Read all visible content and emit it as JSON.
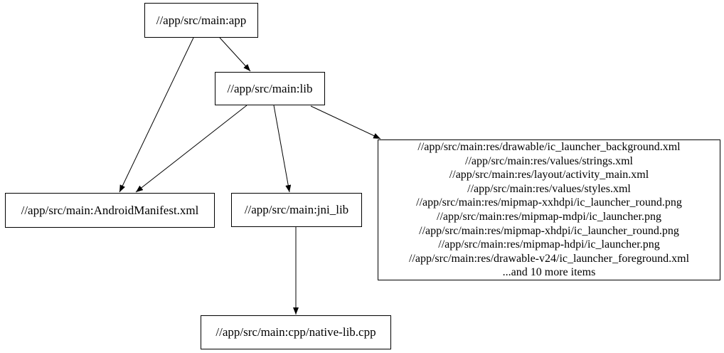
{
  "graph": {
    "kind": "dependency-graph",
    "nodes": {
      "app": {
        "label": "//app/src/main:app"
      },
      "lib": {
        "label": "//app/src/main:lib"
      },
      "android_manifest": {
        "label": "//app/src/main:AndroidManifest.xml"
      },
      "jni_lib": {
        "label": "//app/src/main:jni_lib"
      },
      "resources": {
        "label_lines": [
          "//app/src/main:res/drawable/ic_launcher_background.xml",
          "//app/src/main:res/values/strings.xml",
          "//app/src/main:res/layout/activity_main.xml",
          "//app/src/main:res/values/styles.xml",
          "//app/src/main:res/mipmap-xxhdpi/ic_launcher_round.png",
          "//app/src/main:res/mipmap-mdpi/ic_launcher.png",
          "//app/src/main:res/mipmap-xhdpi/ic_launcher_round.png",
          "//app/src/main:res/mipmap-hdpi/ic_launcher.png",
          "//app/src/main:res/drawable-v24/ic_launcher_foreground.xml",
          "...and 10 more items"
        ]
      },
      "native_lib_cpp": {
        "label": "//app/src/main:cpp/native-lib.cpp"
      }
    },
    "edges": [
      {
        "from": "//app/src/main:app",
        "to": "//app/src/main:lib"
      },
      {
        "from": "//app/src/main:app",
        "to": "//app/src/main:AndroidManifest.xml"
      },
      {
        "from": "//app/src/main:lib",
        "to": "//app/src/main:AndroidManifest.xml"
      },
      {
        "from": "//app/src/main:lib",
        "to": "//app/src/main:jni_lib"
      },
      {
        "from": "//app/src/main:lib",
        "to": "resources-group"
      },
      {
        "from": "//app/src/main:jni_lib",
        "to": "//app/src/main:cpp/native-lib.cpp"
      }
    ],
    "colors": {
      "background": "#ffffff",
      "node_fill": "#ffffff",
      "node_border": "#000000",
      "edge": "#000000",
      "text": "#000000"
    }
  }
}
